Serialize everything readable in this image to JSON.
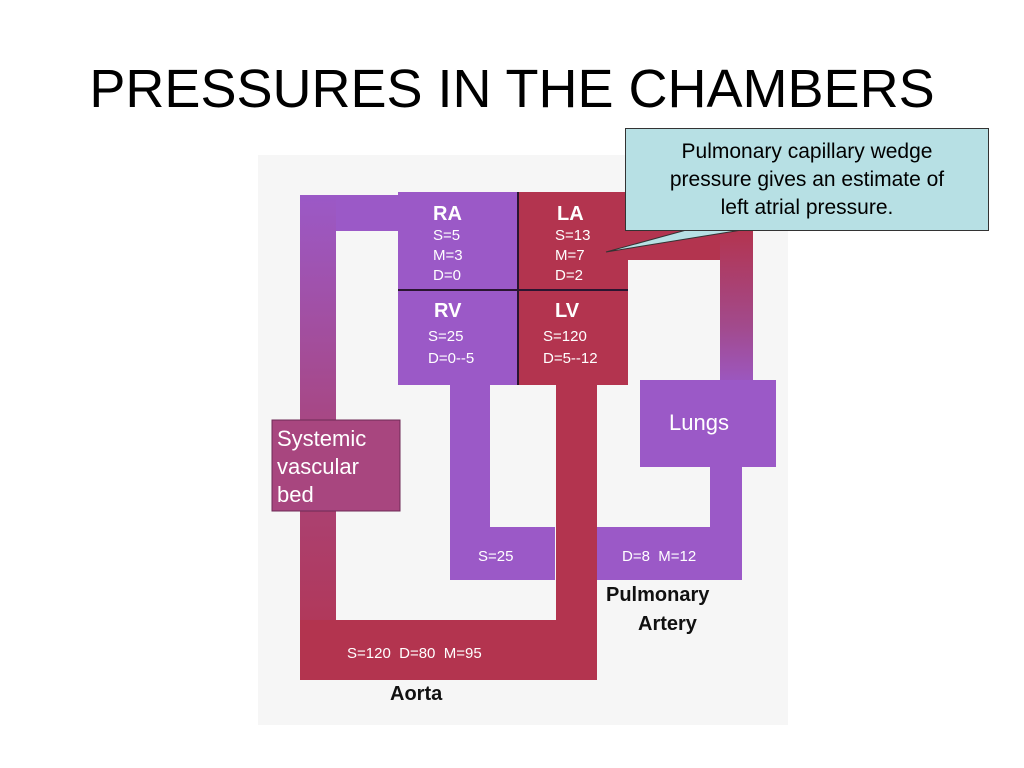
{
  "slide": {
    "title": "PRESSURES IN THE CHAMBERS"
  },
  "colors": {
    "venous": "#9b59c7",
    "venous_dark": "#8a48b5",
    "arterial": "#b3344f",
    "arterial_dark": "#a02c48",
    "callout_bg": "#b7e0e4",
    "background_panel": "#f6f6f6"
  },
  "diagram": {
    "ra": {
      "name": "RA",
      "values": [
        "S=5",
        "M=3",
        "D=0"
      ]
    },
    "la": {
      "name": "LA",
      "values": [
        "S=13",
        "M=7",
        "D=2"
      ]
    },
    "rv": {
      "name": "RV",
      "values": [
        "S=25",
        "D=0--5"
      ]
    },
    "lv": {
      "name": "LV",
      "values": [
        "S=120",
        "D=5--12"
      ]
    },
    "systemic_bed": [
      "Systemic",
      "vascular",
      "bed"
    ],
    "lungs": "Lungs",
    "rv_outflow": "S=25",
    "pulmonary_artery_pressures": "D=8  M=12",
    "pulmonary_artery_label": [
      "Pulmonary",
      "Artery"
    ],
    "aorta_pressures": "S=120  D=80  M=95",
    "aorta_label": "Aorta"
  },
  "callout": {
    "lines": [
      "Pulmonary capillary wedge",
      "pressure gives an estimate of",
      "left atrial pressure."
    ]
  }
}
